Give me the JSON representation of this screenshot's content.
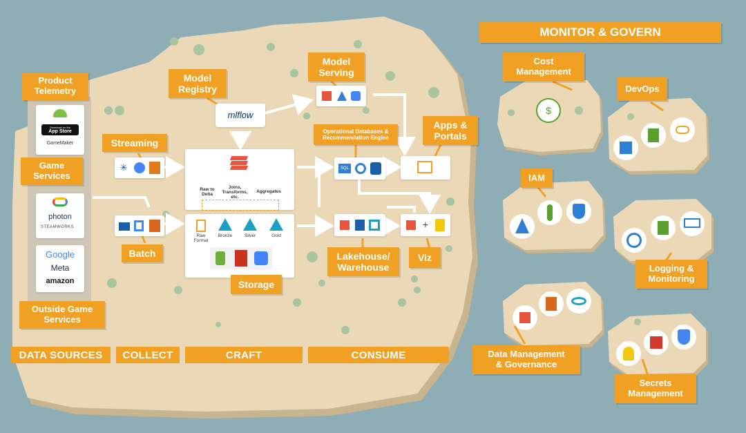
{
  "header": {
    "monitor_govern": "MONITOR & GOVERN"
  },
  "sources": {
    "product_telemetry": [
      "Product",
      "Telemetry"
    ],
    "game_services": [
      "Game",
      "Services"
    ],
    "outside_game_services": [
      "Outside Game",
      "Services"
    ],
    "store_badge_small": "Download on the",
    "store_badge": "App Store",
    "gamemaker": "GameMaker",
    "photon": "photon",
    "steamworks": "STEAMWORKS",
    "google": "Google",
    "meta": "Meta",
    "amazon": "amazon"
  },
  "collect": {
    "streaming": "Streaming",
    "batch": "Batch"
  },
  "craft": {
    "model_registry": [
      "Model",
      "Registry"
    ],
    "mlflow": "mlflow",
    "raw_to_delta": [
      "Raw to",
      "Delta"
    ],
    "joins": [
      "Joins,",
      "Transforms,",
      "etc."
    ],
    "aggregates": "Aggregates",
    "raw_format": [
      "Raw",
      "Format"
    ],
    "bronze": "Bronze",
    "silver": "Silver",
    "gold": "Gold",
    "storage": "Storage"
  },
  "consume": {
    "model_serving": [
      "Model",
      "Serving"
    ],
    "operational_db": [
      "Operational Databases &",
      "Recommendation Engine"
    ],
    "apps_portals": [
      "Apps &",
      "Portals"
    ],
    "lakehouse": [
      "Lakehouse/",
      "Warehouse"
    ],
    "viz": "Viz",
    "sql": "SQL"
  },
  "monitor": {
    "cost_management": [
      "Cost",
      "Management"
    ],
    "devops": "DevOps",
    "iam": "IAM",
    "logging": [
      "Logging &",
      "Monitoring"
    ],
    "data_mgmt": [
      "Data Management",
      "& Governance"
    ],
    "secrets": [
      "Secrets",
      "Management"
    ]
  },
  "bands": {
    "data_sources": "DATA SOURCES",
    "collect": "COLLECT",
    "craft": "CRAFT",
    "consume": "CONSUME"
  },
  "colors": {
    "orange": "#f0a023",
    "island": "#ead8b6",
    "island_edge": "#c9b48e",
    "water": "#8eadb4",
    "tree": "#a9c4a1",
    "databricks_red": "#e8553f",
    "azure_blue": "#2f7fd6"
  }
}
